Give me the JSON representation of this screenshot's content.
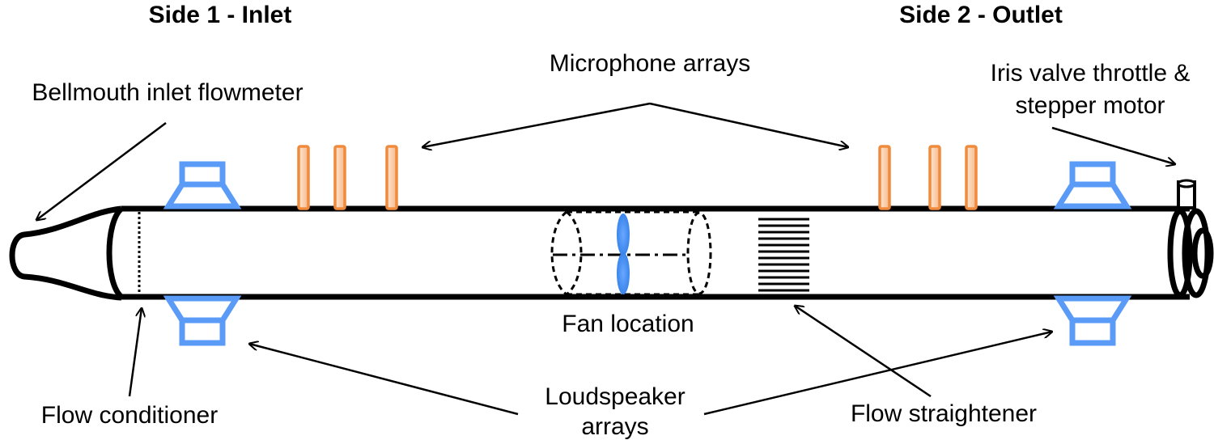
{
  "labels": {
    "side1": "Side 1 - Inlet",
    "side2": "Side 2 - Outlet",
    "microphone_arrays": "Microphone arrays",
    "bellmouth": "Bellmouth inlet flowmeter",
    "iris_line1": "Iris valve throttle &",
    "iris_line2": "stepper motor",
    "fan_location": "Fan location",
    "flow_conditioner": "Flow conditioner",
    "loudspeaker_line1": "Loudspeaker",
    "loudspeaker_line2": "arrays",
    "flow_straightener": "Flow straightener"
  },
  "colors": {
    "loudspeaker": "#5b9bf8",
    "microphone_stroke": "#f08a3c",
    "microphone_fill": "#fcd9bd",
    "fan": "#3f8cf4",
    "line": "#000000"
  }
}
